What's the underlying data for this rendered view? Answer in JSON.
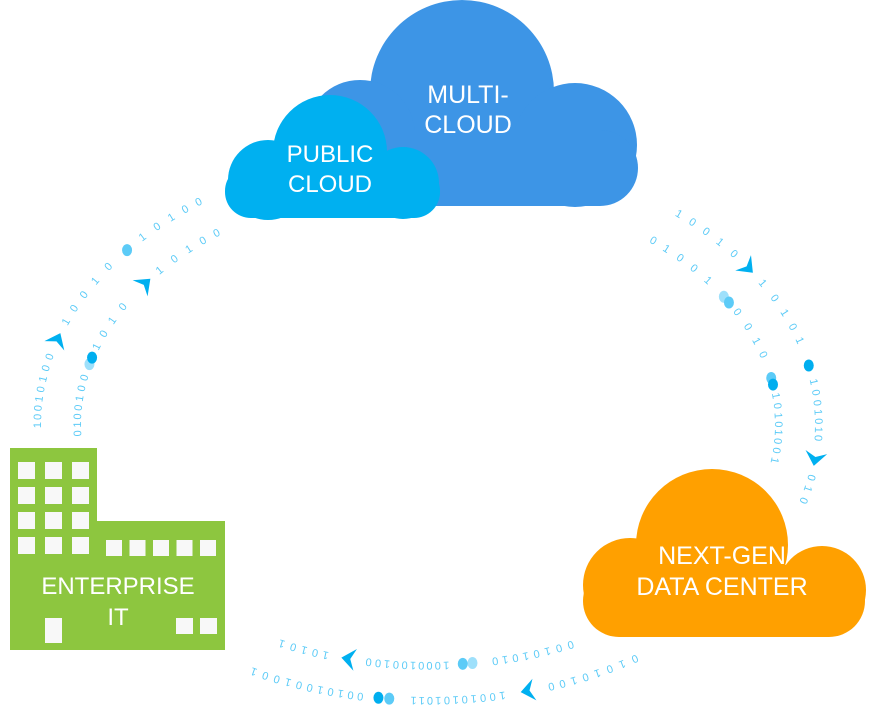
{
  "nodes": {
    "multi_cloud": {
      "line1": "MULTI-",
      "line2": "CLOUD",
      "color": "#3d95e6"
    },
    "public_cloud": {
      "line1": "PUBLIC",
      "line2": "CLOUD",
      "color": "#00b0f0"
    },
    "next_gen": {
      "line1": "NEXT-GEN",
      "line2": "DATA CENTER",
      "color": "#ffa000"
    },
    "enterprise": {
      "line1": "ENTERPRISE",
      "line2": "IT",
      "color": "#8dc63f"
    }
  },
  "flow": {
    "binary_inner": "0100100101010100010010010101",
    "binary_outer": "1001010010010101001001010101",
    "binary_color": "#5ccbf7",
    "arrow_color": "#00b0f0",
    "dot_colors": [
      "#9ee0fb",
      "#5ccbf7",
      "#00aeef"
    ]
  }
}
